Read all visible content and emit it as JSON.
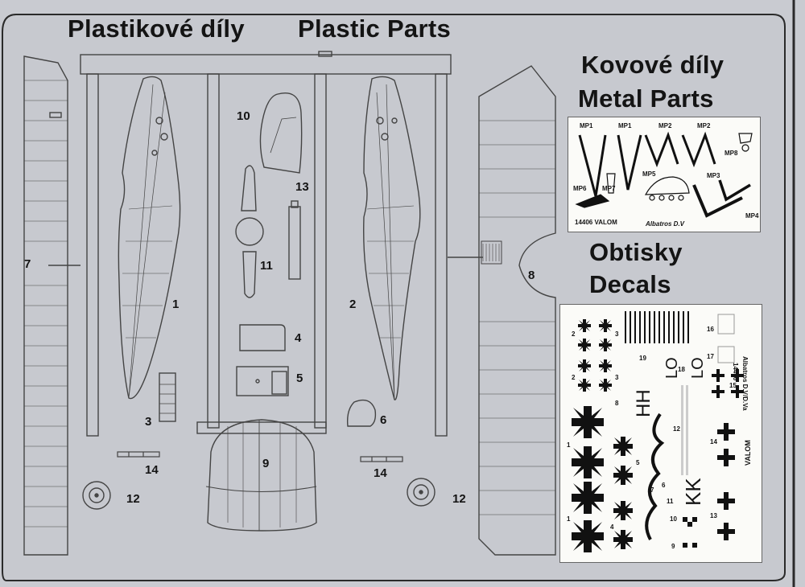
{
  "headings": {
    "plastic_cz": "Plastikové díly",
    "plastic_en": "Plastic Parts",
    "metal_cz": "Kovové díly",
    "metal_en": "Metal Parts",
    "decals_cz": "Obtisky",
    "decals_en": "Decals"
  },
  "plastic_part_numbers": {
    "p1": "1",
    "p2": "2",
    "p3": "3",
    "p4": "4",
    "p5": "5",
    "p6": "6",
    "p7": "7",
    "p8": "8",
    "p9": "9",
    "p10": "10",
    "p11": "11",
    "p12a": "12",
    "p12b": "12",
    "p13": "13",
    "p14a": "14",
    "p14b": "14"
  },
  "metal_parts": {
    "labels": [
      "MP1",
      "MP1",
      "MP2",
      "MP2",
      "MP3",
      "MP4",
      "MP5",
      "MP6",
      "MP7",
      "MP8"
    ],
    "kit_code": "14406 VALOM",
    "kit_name": "Albatros D.V"
  },
  "decal_sheet": {
    "numbers": [
      "1",
      "1",
      "2",
      "2",
      "3",
      "3",
      "4",
      "5",
      "6",
      "7",
      "8",
      "9",
      "10",
      "11",
      "12",
      "13",
      "14",
      "15",
      "16",
      "17",
      "18",
      "19"
    ],
    "code": "14406",
    "title": "Albatros D.V/D.Va",
    "brand": "VALOM",
    "marking_hh": "HH",
    "marking_lo1": "LO",
    "marking_lo2": "LO",
    "marking_kk": "KK"
  },
  "colors": {
    "background": "#c9cbd1",
    "panel": "#c7c9cf",
    "outline": "#3a3a3a",
    "card": "#fbfbf8"
  }
}
